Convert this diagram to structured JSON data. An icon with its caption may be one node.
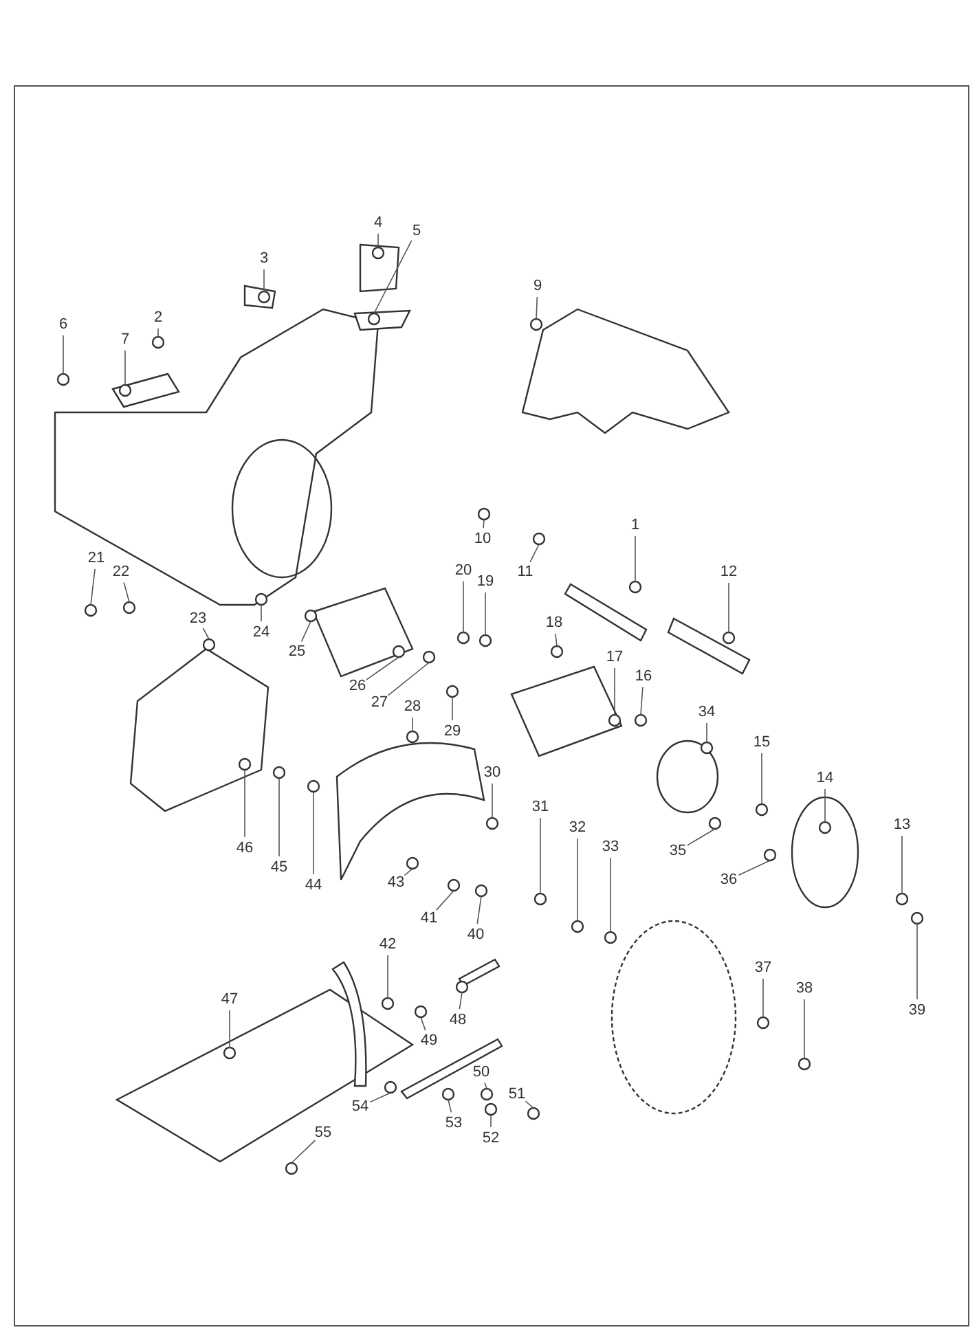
{
  "diagram": {
    "nodes": [
      {
        "text": [
          "4"
        ]
      },
      {
        "text": [
          "5"
        ]
      },
      {
        "text": [
          "3"
        ]
      },
      {
        "text": [
          "9"
        ]
      },
      {
        "text": [
          "2"
        ]
      },
      {
        "text": [
          "6"
        ]
      },
      {
        "text": [
          "7"
        ]
      },
      {
        "text": [
          "1"
        ]
      },
      {
        "text": [
          "10"
        ]
      },
      {
        "text": [
          "11"
        ]
      },
      {
        "text": [
          "21"
        ]
      },
      {
        "text": [
          "12"
        ]
      },
      {
        "text": [
          "22"
        ]
      },
      {
        "text": [
          "20"
        ]
      },
      {
        "text": [
          "19"
        ]
      },
      {
        "text": [
          "18"
        ]
      },
      {
        "text": [
          "24"
        ]
      },
      {
        "text": [
          "23"
        ]
      },
      {
        "text": [
          "25"
        ]
      },
      {
        "text": [
          "17"
        ]
      },
      {
        "text": [
          "16"
        ]
      },
      {
        "text": [
          "26"
        ]
      },
      {
        "text": [
          "27"
        ]
      },
      {
        "text": [
          "28"
        ]
      },
      {
        "text": [
          "34"
        ]
      },
      {
        "text": [
          "29"
        ]
      },
      {
        "text": [
          "15"
        ]
      },
      {
        "text": [
          "30"
        ]
      },
      {
        "text": [
          "14"
        ]
      },
      {
        "text": [
          "31"
        ]
      },
      {
        "text": [
          "13"
        ]
      },
      {
        "text": [
          "32"
        ]
      },
      {
        "text": [
          "33"
        ]
      },
      {
        "text": [
          "46"
        ]
      },
      {
        "text": [
          "35"
        ]
      },
      {
        "text": [
          "45"
        ]
      },
      {
        "text": [
          "43"
        ]
      },
      {
        "text": [
          "36"
        ]
      },
      {
        "text": [
          "44"
        ]
      },
      {
        "text": [
          "41"
        ]
      },
      {
        "text": [
          "40"
        ]
      },
      {
        "text": [
          "42"
        ]
      },
      {
        "text": [
          "37"
        ]
      },
      {
        "text": [
          "38"
        ]
      },
      {
        "text": [
          "47"
        ]
      },
      {
        "text": [
          "39"
        ]
      },
      {
        "text": [
          "48"
        ]
      },
      {
        "text": [
          "49"
        ]
      },
      {
        "text": [
          "50"
        ]
      },
      {
        "text": [
          "51"
        ]
      },
      {
        "text": [
          "54"
        ]
      },
      {
        "text": [
          "53"
        ]
      },
      {
        "text": [
          "55"
        ]
      },
      {
        "text": [
          "52"
        ]
      }
    ],
    "edges": [
      {
        "from": 0,
        "to": null,
        "arrow": "none"
      },
      {
        "from": 1,
        "to": null,
        "arrow": "none"
      },
      {
        "from": 2,
        "to": null,
        "arrow": "none"
      },
      {
        "from": 3,
        "to": null,
        "arrow": "none"
      },
      {
        "from": 4,
        "to": null,
        "arrow": "none"
      },
      {
        "from": 5,
        "to": null,
        "arrow": "none"
      },
      {
        "from": 6,
        "to": null,
        "arrow": "none"
      },
      {
        "from": 7,
        "to": null,
        "arrow": "none"
      },
      {
        "from": 8,
        "to": null,
        "arrow": "none"
      },
      {
        "from": 9,
        "to": null,
        "arrow": "none"
      },
      {
        "from": 10,
        "to": null,
        "arrow": "none"
      },
      {
        "from": 11,
        "to": null,
        "arrow": "none"
      },
      {
        "from": 12,
        "to": null,
        "arrow": "none"
      },
      {
        "from": 13,
        "to": null,
        "arrow": "none"
      },
      {
        "from": 14,
        "to": null,
        "arrow": "none"
      },
      {
        "from": 15,
        "to": null,
        "arrow": "none"
      },
      {
        "from": 16,
        "to": null,
        "arrow": "none"
      },
      {
        "from": 17,
        "to": null,
        "arrow": "none"
      },
      {
        "from": 18,
        "to": null,
        "arrow": "none"
      },
      {
        "from": 19,
        "to": null,
        "arrow": "none"
      },
      {
        "from": 20,
        "to": null,
        "arrow": "none"
      },
      {
        "from": 21,
        "to": null,
        "arrow": "none"
      },
      {
        "from": 22,
        "to": null,
        "arrow": "none"
      },
      {
        "from": 23,
        "to": null,
        "arrow": "none"
      },
      {
        "from": 24,
        "to": null,
        "arrow": "none"
      },
      {
        "from": 25,
        "to": null,
        "arrow": "none"
      },
      {
        "from": 26,
        "to": null,
        "arrow": "none"
      },
      {
        "from": 27,
        "to": null,
        "arrow": "none"
      },
      {
        "from": 28,
        "to": null,
        "arrow": "none"
      },
      {
        "from": 29,
        "to": null,
        "arrow": "none"
      },
      {
        "from": 30,
        "to": null,
        "arrow": "none"
      },
      {
        "from": 31,
        "to": null,
        "arrow": "none"
      },
      {
        "from": 32,
        "to": null,
        "arrow": "none"
      },
      {
        "from": 33,
        "to": null,
        "arrow": "none"
      },
      {
        "from": 34,
        "to": null,
        "arrow": "none"
      },
      {
        "from": 35,
        "to": null,
        "arrow": "none"
      },
      {
        "from": 36,
        "to": null,
        "arrow": "none"
      },
      {
        "from": 37,
        "to": null,
        "arrow": "none"
      },
      {
        "from": 38,
        "to": null,
        "arrow": "none"
      },
      {
        "from": 39,
        "to": null,
        "arrow": "none"
      },
      {
        "from": 40,
        "to": null,
        "arrow": "none"
      },
      {
        "from": 41,
        "to": null,
        "arrow": "none"
      },
      {
        "from": 42,
        "to": null,
        "arrow": "none"
      },
      {
        "from": 43,
        "to": null,
        "arrow": "none"
      },
      {
        "from": 44,
        "to": null,
        "arrow": "none"
      },
      {
        "from": 45,
        "to": null,
        "arrow": "none"
      },
      {
        "from": 46,
        "to": null,
        "arrow": "none"
      },
      {
        "from": 47,
        "to": null,
        "arrow": "none"
      },
      {
        "from": 48,
        "to": null,
        "arrow": "none"
      },
      {
        "from": 49,
        "to": null,
        "arrow": "none"
      },
      {
        "from": 50,
        "to": null,
        "arrow": "none"
      },
      {
        "from": 51,
        "to": null,
        "arrow": "none"
      },
      {
        "from": 52,
        "to": null,
        "arrow": "none"
      },
      {
        "from": 53,
        "to": null,
        "arrow": "none"
      }
    ]
  }
}
